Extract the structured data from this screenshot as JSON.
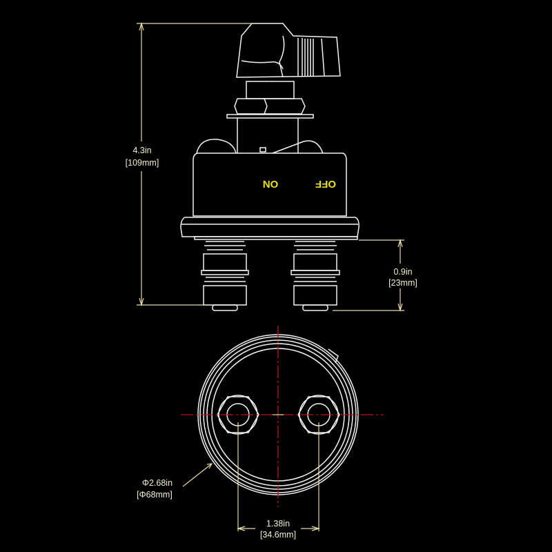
{
  "colors": {
    "background": "#000000",
    "outline": "#f4f4f4",
    "dimension": "#e8dca0",
    "centerline": "#c0141c",
    "marking": "#e8e020"
  },
  "side_view": {
    "markings": {
      "on": "ON",
      "off": "OFF"
    },
    "height_dimension": {
      "imperial": "4.3in",
      "metric": "[109mm]"
    },
    "terminal_dimension": {
      "imperial": "0.9in",
      "metric": "[23mm]"
    }
  },
  "bottom_view": {
    "diameter_dimension": {
      "imperial": "Φ2.68in",
      "metric": "[Φ68mm]"
    },
    "spacing_dimension": {
      "imperial": "1.38in",
      "metric": "[34.6mm]"
    }
  }
}
